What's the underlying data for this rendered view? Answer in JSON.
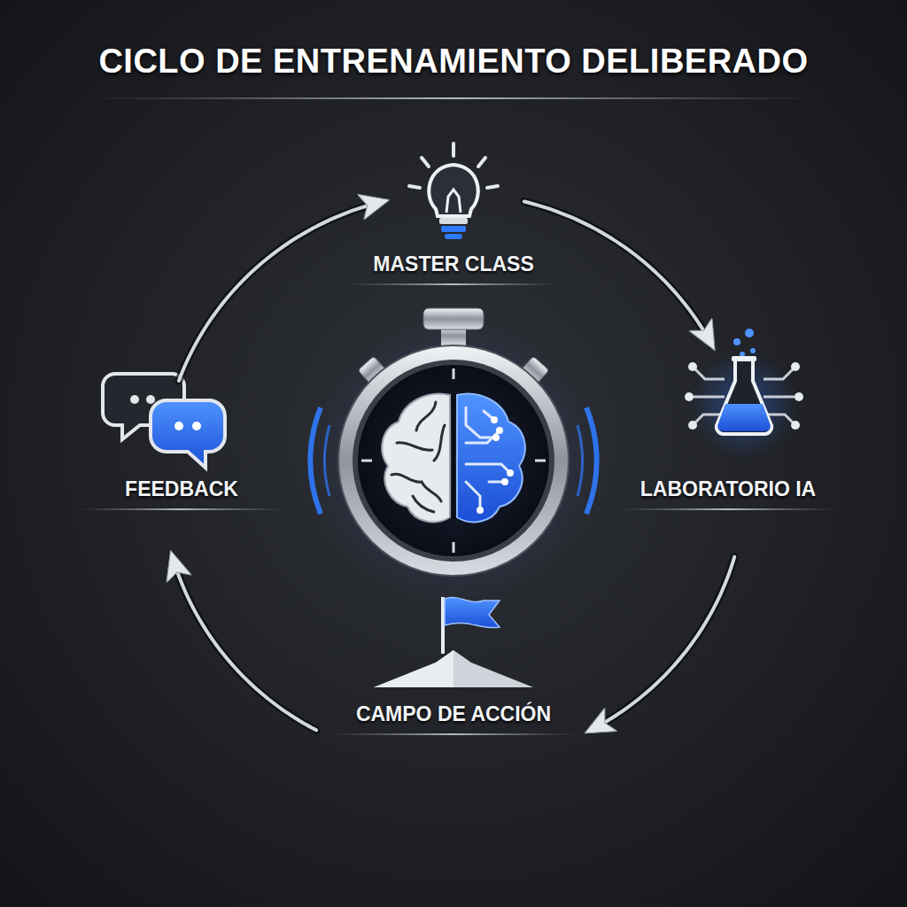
{
  "diagram": {
    "title": "CICLO DE ENTRENAMIENTO DELIBERADO",
    "nodes": [
      {
        "text": [
          "MASTER CLASS"
        ]
      },
      {
        "text": [
          "LABORATORIO IA"
        ]
      },
      {
        "text": [
          "CAMPO DE ACCIÓN"
        ]
      },
      {
        "text": [
          "FEEDBACK"
        ]
      }
    ],
    "edges": [
      {
        "from": 0,
        "to": 1,
        "arrow": "to"
      },
      {
        "from": 1,
        "to": 2,
        "arrow": "to"
      },
      {
        "from": 2,
        "to": 3,
        "arrow": "to"
      },
      {
        "from": 3,
        "to": 0,
        "arrow": "to"
      }
    ]
  }
}
